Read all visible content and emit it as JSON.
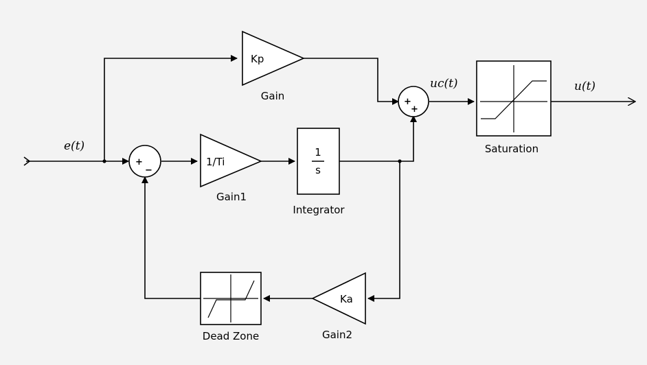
{
  "diagram": {
    "blocks": {
      "gain": {
        "inner": "Kp",
        "caption": "Gain"
      },
      "gain1": {
        "inner": "1/Ti",
        "caption": "Gain1"
      },
      "gain2": {
        "inner": "Ka",
        "caption": "Gain2"
      },
      "integrator": {
        "numerator": "1",
        "denominator": "s",
        "caption": "Integrator"
      },
      "saturation": {
        "caption": "Saturation"
      },
      "dead_zone": {
        "caption": "Dead Zone"
      }
    },
    "sums": {
      "sum1": {
        "signs": [
          "+",
          "−"
        ]
      },
      "sum2": {
        "signs": [
          "+",
          "+"
        ]
      }
    },
    "signals": {
      "error": "e(t)",
      "uc": "uc(t)",
      "u": "u(t)"
    }
  }
}
